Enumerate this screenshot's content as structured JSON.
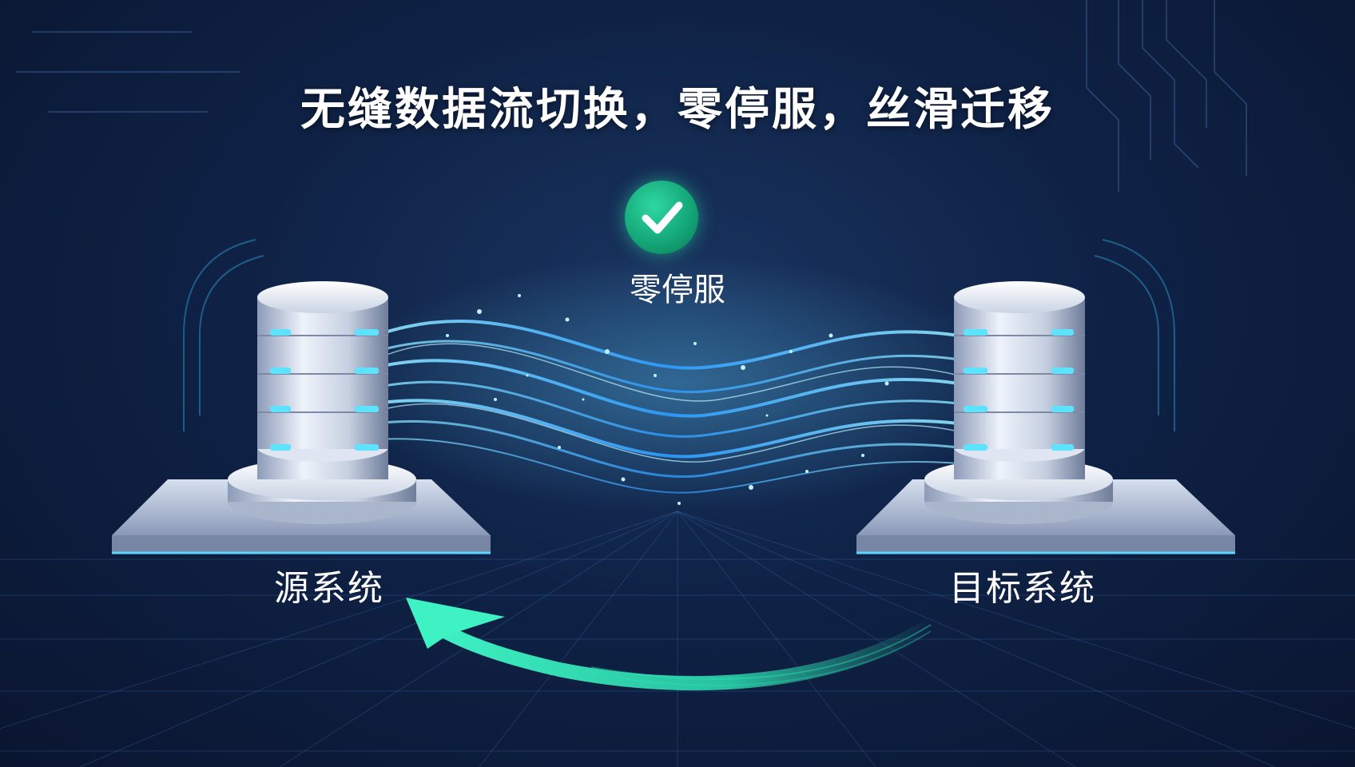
{
  "title": "无缝数据流切换，零停服，丝滑迁移",
  "badge": {
    "label": "零停服",
    "icon": "check-icon"
  },
  "source_system": {
    "label": "源系统",
    "icon": "database-server-icon"
  },
  "target_system": {
    "label": "目标系统",
    "icon": "database-server-icon"
  },
  "flow": {
    "icon": "data-stream"
  },
  "return_arrow": {
    "icon": "curved-arrow-icon"
  },
  "colors": {
    "background": "#0f2246",
    "accent_green": "#2ee8b6",
    "stream_blue": "#38b6ff",
    "server": "#c8d3e6"
  }
}
